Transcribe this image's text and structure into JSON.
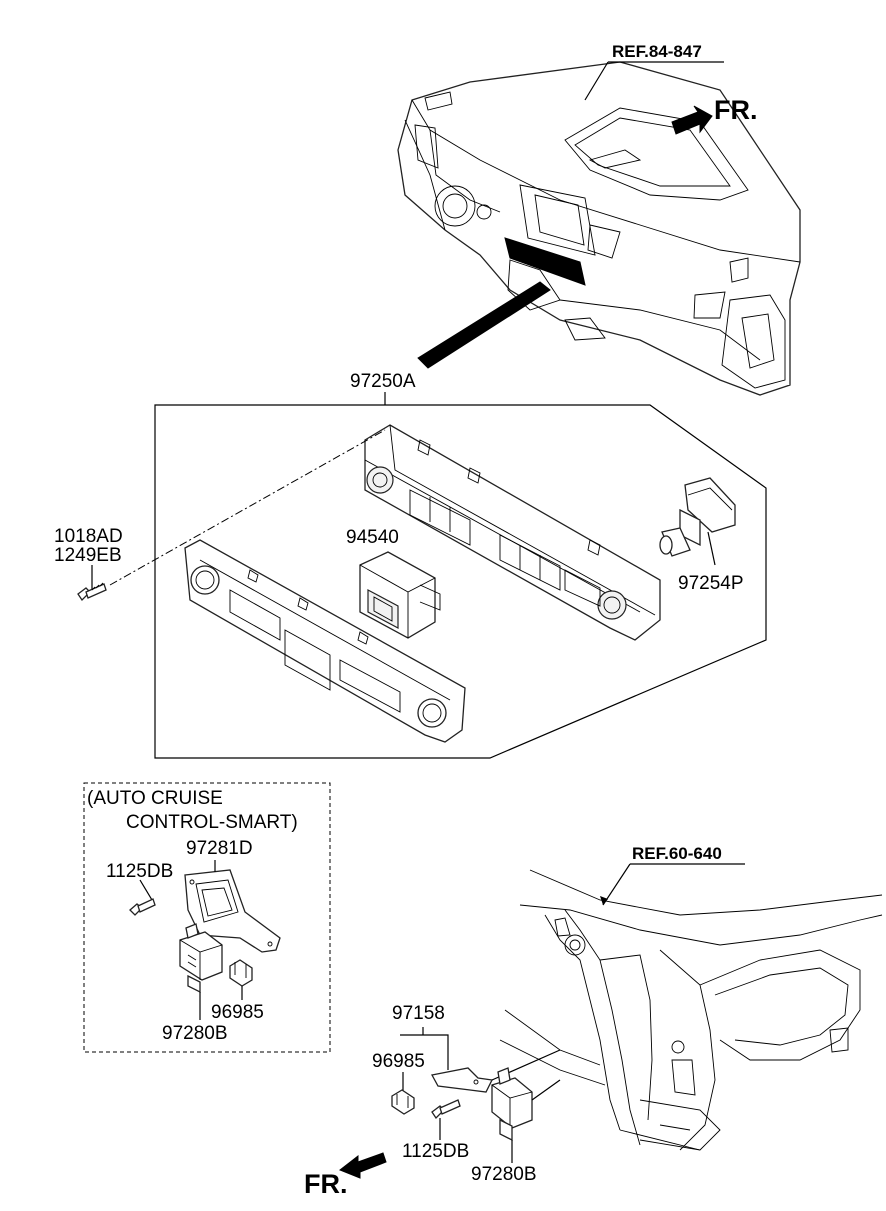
{
  "labels": {
    "ref_top": "REF.84-847",
    "fr_top": "FR.",
    "p97250A": "97250A",
    "p1018AD": "1018AD",
    "p1249EB": "1249EB",
    "p94540": "94540",
    "p97254P": "97254P",
    "auto_cruise_line1": "(AUTO CRUISE",
    "auto_cruise_line2": "CONTROL-SMART)",
    "p97281D": "97281D",
    "p1125DB_a": "1125DB",
    "p96985_a": "96985",
    "p97280B_a": "97280B",
    "ref_bottom": "REF.60-640",
    "p97158": "97158",
    "p96985_b": "96985",
    "p1125DB_b": "1125DB",
    "p97280B_b": "97280B",
    "fr_bottom": "FR."
  }
}
